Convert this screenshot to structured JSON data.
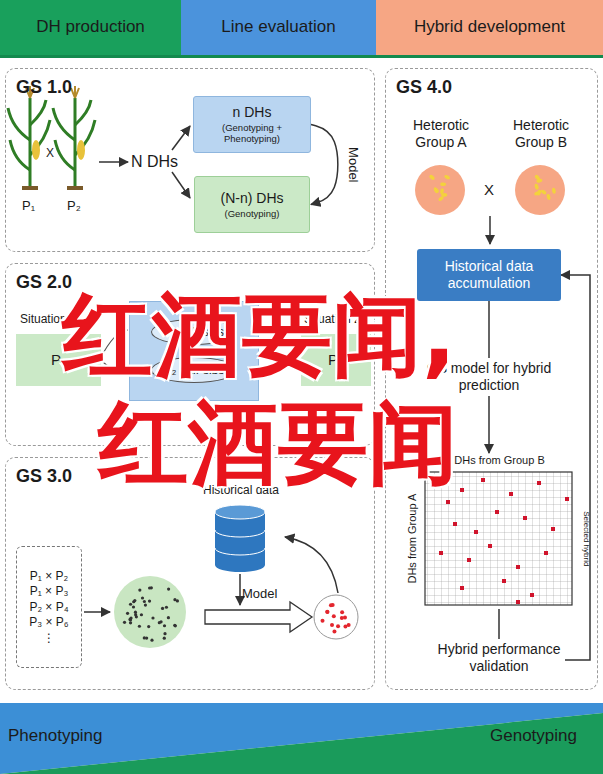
{
  "diagram": {
    "nodes": [
      {
        "text": [
          "DH production"
        ]
      },
      {
        "text": [
          "Line evaluation"
        ]
      },
      {
        "text": [
          "Hybrid development"
        ]
      },
      {
        "text": [
          "GS 1.0"
        ]
      },
      {
        "text": [
          "n DHs",
          "(Genotyping + Phenotyping)"
        ],
        "in": 3
      },
      {
        "text": [
          "(N-n) DHs",
          "(Genotyping)"
        ],
        "in": 3
      },
      {
        "text": [
          "GS 2.0"
        ]
      },
      {
        "text": [
          "P₁"
        ],
        "in": 6
      },
      {
        "text": [
          "P₁ half-sibs",
          "P₂ half-sibs"
        ],
        "in": 6
      },
      {
        "text": [
          "P₂"
        ],
        "in": 6
      },
      {
        "text": [
          "GS 3.0"
        ]
      },
      {
        "text": [
          "P₁ × P₂",
          "P₁ × P₃",
          "P₂ × P₄",
          "P₃ × P₆",
          "⋮"
        ],
        "in": 10
      },
      {
        "text": [
          "Historical data"
        ],
        "in": 10
      },
      {
        "text": [
          "GS 4.0"
        ]
      },
      {
        "text": [
          "Heterotic Group A"
        ],
        "in": 13
      },
      {
        "text": [
          "Heterotic Group B"
        ],
        "in": 13
      },
      {
        "text": [
          "Historical data accumulation"
        ],
        "in": 13
      },
      {
        "text": [
          "DHs from Group B",
          "DHs from Group A",
          "Selected hybrid"
        ],
        "in": 13
      },
      {
        "text": [
          "Phenotyping",
          "Genotyping"
        ]
      }
    ],
    "edges": [
      {
        "from": 4,
        "to": 5,
        "label": "Model",
        "arrow": "to"
      },
      {
        "from": 16,
        "to": 17,
        "label": "GS model for hybrid prediction",
        "arrow": "to"
      },
      {
        "from": 17,
        "to": 16,
        "label": "Hybrid performance validation",
        "arrow": "to"
      }
    ],
    "labels": [
      "P₁",
      "P₂",
      "X",
      "N DHs",
      "Situation 1",
      "Situation 2",
      "Model",
      "X",
      "红酒要闻,",
      "红酒要闻"
    ]
  }
}
